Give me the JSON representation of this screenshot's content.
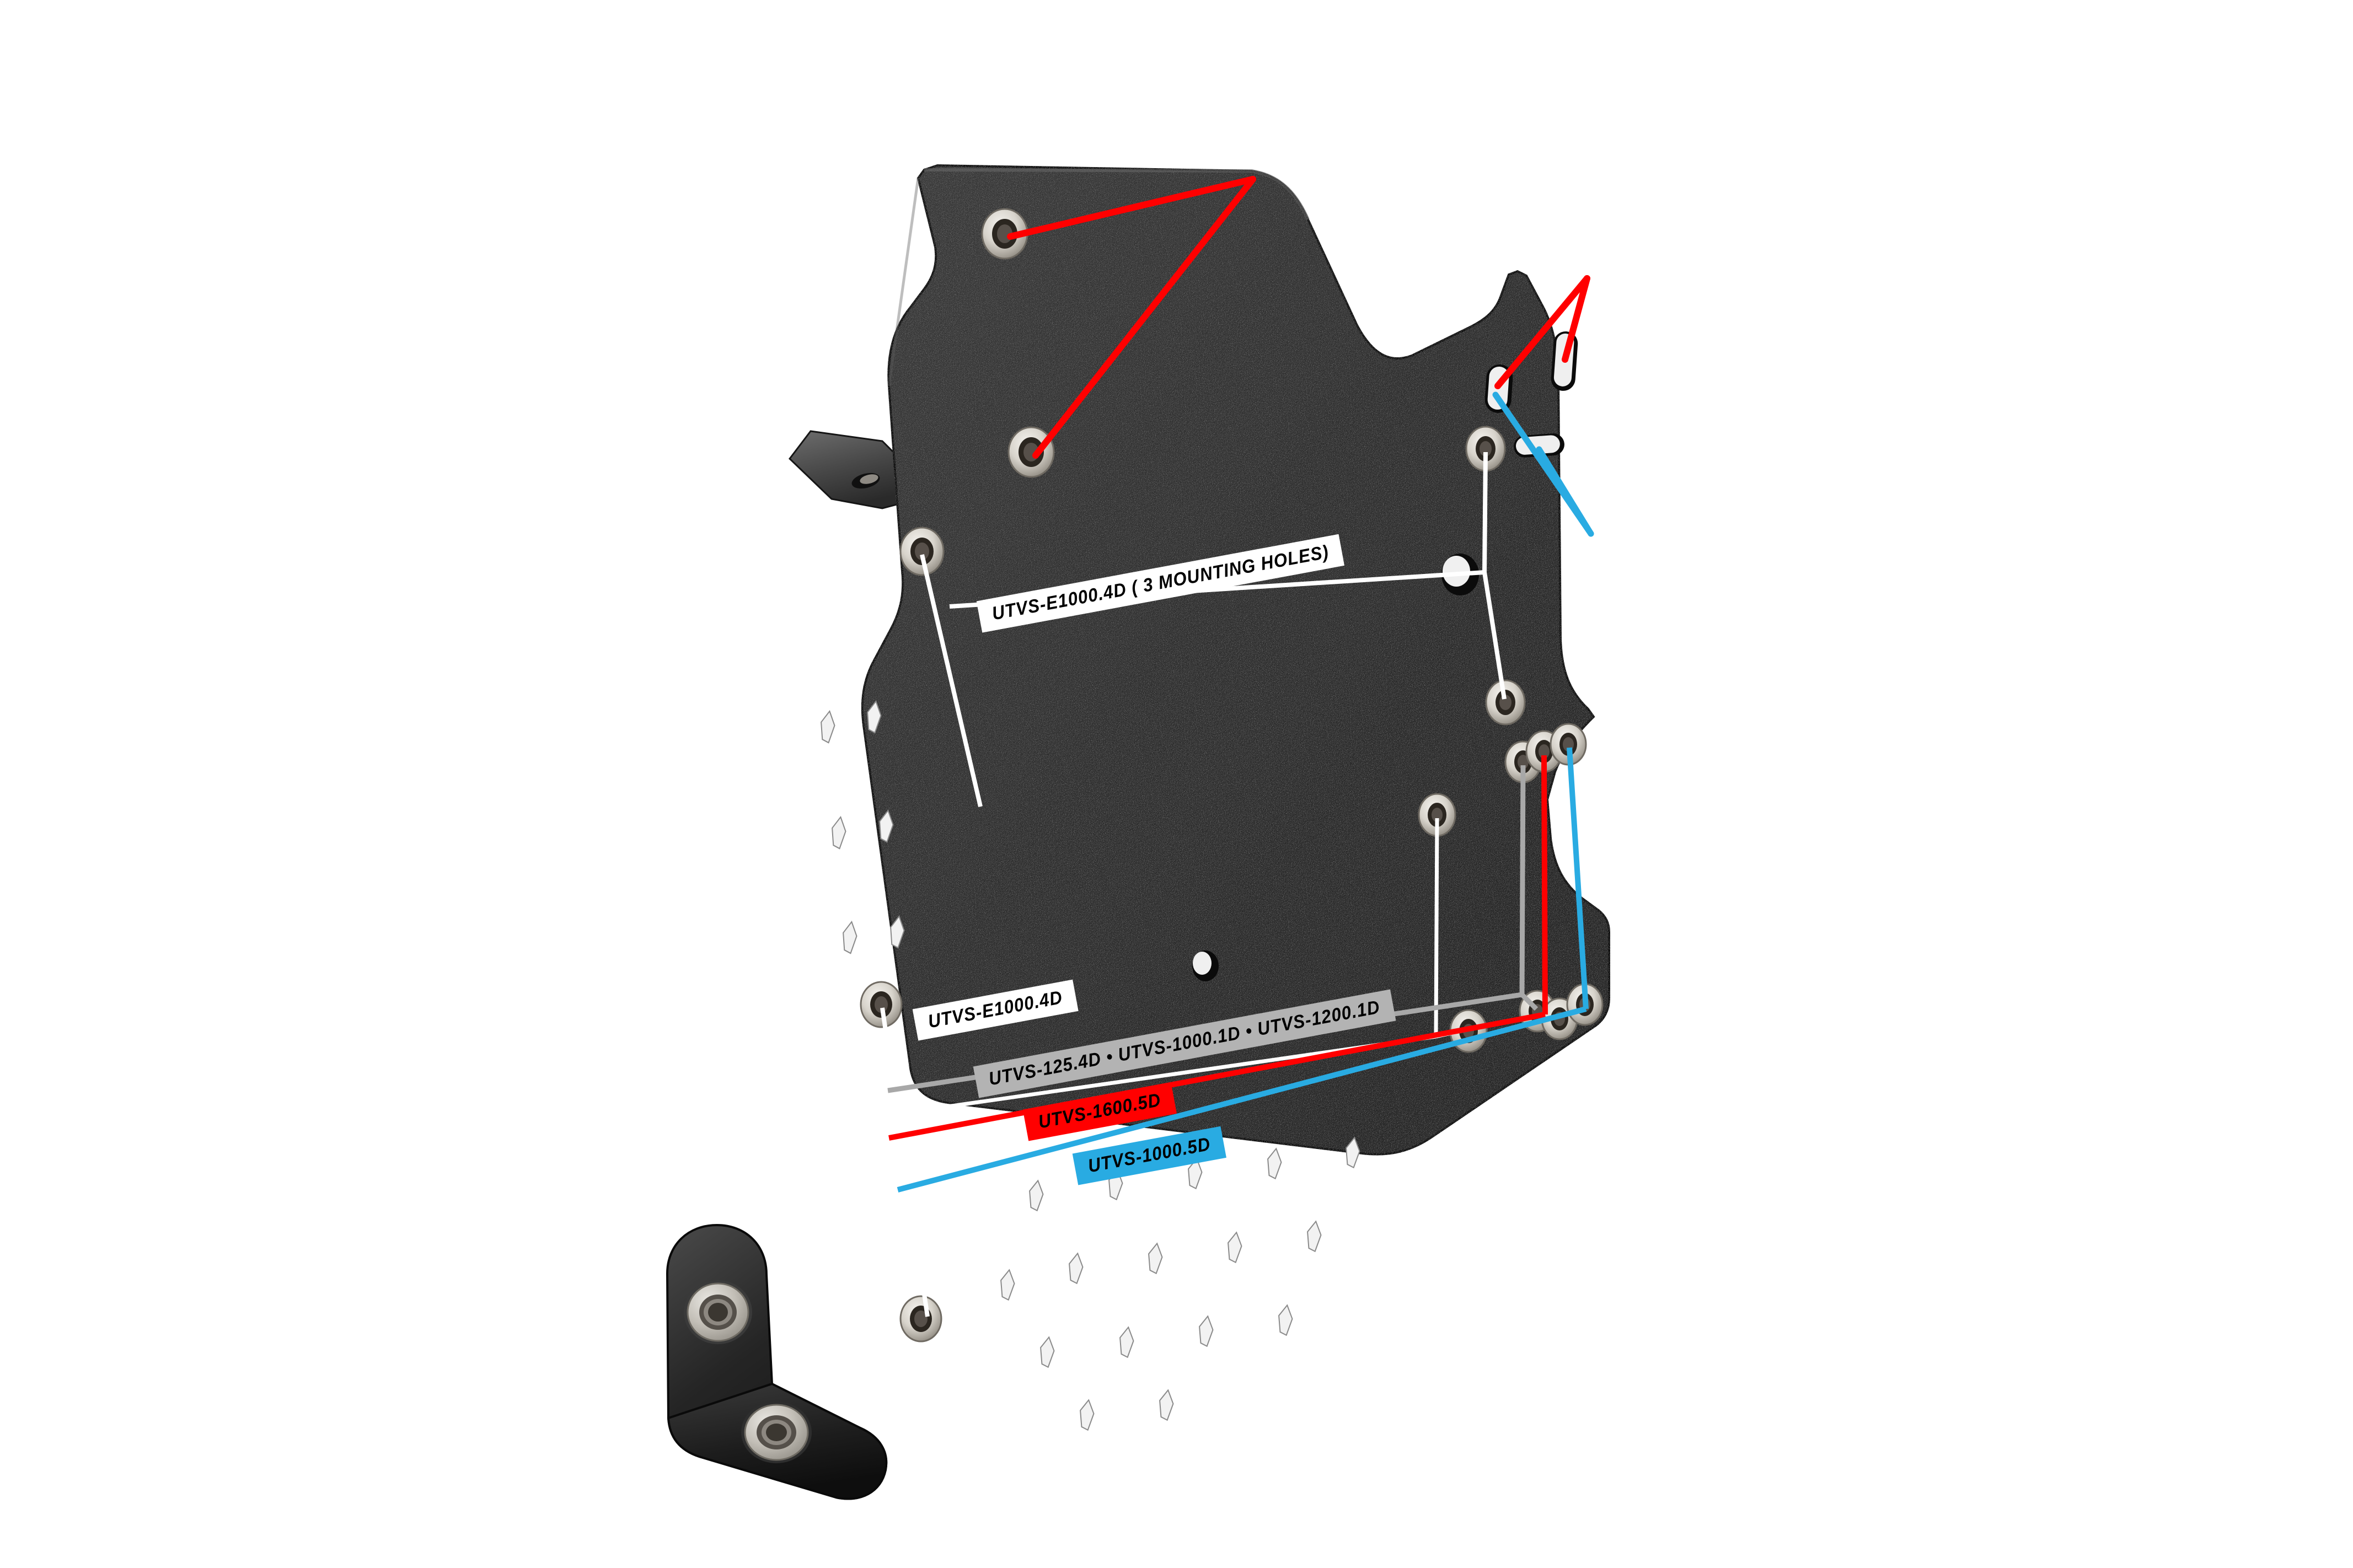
{
  "diagram": {
    "title": "UTVS Mounting Plate Compatibility Diagram",
    "background_color": "#ffffff",
    "plate_color": "#2e2e2e"
  },
  "callouts": [
    {
      "id": "callout-mounting-holes",
      "text": "UTVS-E1000.4D ( 3 MOUNTING HOLES)",
      "color": "#ffffff",
      "text_color": "#000000",
      "style": "white"
    },
    {
      "id": "callout-e1000-4d",
      "text": "UTVS-E1000.4D",
      "color": "#ffffff",
      "text_color": "#000000",
      "style": "white"
    },
    {
      "id": "callout-multi-models",
      "text": "UTVS-125.4D • UTVS-1000.1D • UTVS-1200.1D",
      "color": "#b3b3b3",
      "text_color": "#000000",
      "style": "gray"
    },
    {
      "id": "callout-1600-5d",
      "text": "UTVS-1600.5D",
      "color": "#ff0000",
      "text_color": "#000000",
      "style": "red"
    },
    {
      "id": "callout-1000-5d",
      "text": "UTVS-1000.5D",
      "color": "#29abe2",
      "text_color": "#000000",
      "style": "cyan"
    }
  ],
  "leader_colors": {
    "white": "#ffffff",
    "gray": "#a8a8a8",
    "red": "#ff0000",
    "cyan": "#29abe2"
  },
  "parts": [
    {
      "id": "main-plate",
      "name": "main-mounting-plate"
    },
    {
      "id": "angle-bracket",
      "name": "l-angle-bracket"
    }
  ]
}
